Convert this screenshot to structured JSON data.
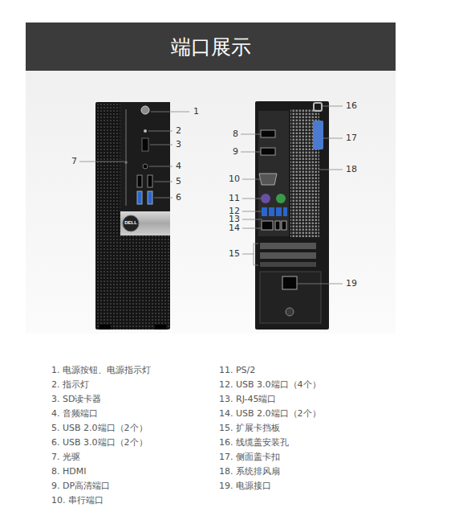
{
  "diagram": {
    "title": "端口展示",
    "labels": [
      "1",
      "2",
      "3",
      "4",
      "5",
      "6",
      "7",
      "8",
      "9",
      "10",
      "11",
      "12",
      "13",
      "14",
      "15",
      "16",
      "17",
      "18",
      "19",
      "DELL",
      "1. 电源按钮、电源指示灯",
      "2. 指示灯",
      "3. SD读卡器",
      "4. 音频端口",
      "5. USB 2.0端口（2个）",
      "6. USB 3.0端口（2个）",
      "7. 光驱",
      "8. HDMI",
      "9. DP高清端口",
      "10. 串行端口",
      "11. PS/2",
      "12. USB 3.0端口（4个）",
      "13. RJ-45端口",
      "14. USB 2.0端口（2个）",
      "15. 扩展卡挡板",
      "16. 线缆盖安装孔",
      "17. 侧面盖卡扣",
      "18. 系统排风扇",
      "19. 电源接口"
    ]
  }
}
